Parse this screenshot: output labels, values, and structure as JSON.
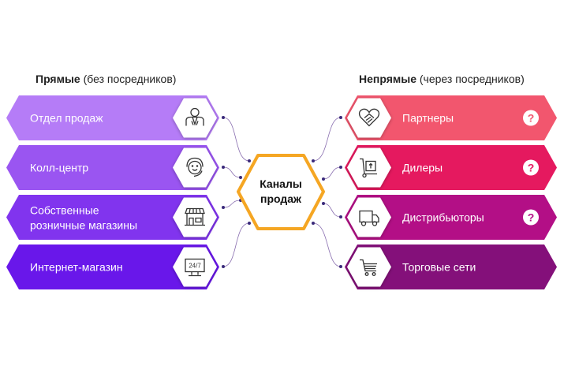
{
  "left_header": {
    "bold": "Прямые",
    "rest": "(без посредников)"
  },
  "right_header": {
    "bold": "Непрямые",
    "rest": "(через посредников)"
  },
  "center": {
    "line1": "Каналы",
    "line2": "продаж",
    "color": "#f5a623"
  },
  "direct": [
    {
      "line1": "Отдел продаж",
      "line2": "",
      "icon": "salesperson-icon",
      "color": "#b57cf7"
    },
    {
      "line1": "Колл-центр",
      "line2": "",
      "icon": "headset-operator-icon",
      "color": "#9a55f1"
    },
    {
      "line1": "Собственные",
      "line2": "розничные магазины",
      "icon": "storefront-icon",
      "color": "#8134ee"
    },
    {
      "line1": "Интернет-магазин",
      "line2": "",
      "icon": "monitor-24-7-icon",
      "color": "#6917ea"
    }
  ],
  "indirect": [
    {
      "label": "Партнеры",
      "icon": "handshake-heart-icon",
      "question": "?",
      "color": "#f2566e"
    },
    {
      "label": "Дилеры",
      "icon": "hand-truck-icon",
      "question": "?",
      "color": "#e5195f"
    },
    {
      "label": "Дистрибьюторы",
      "icon": "delivery-truck-icon",
      "question": "?",
      "color": "#b30f86"
    },
    {
      "label": "Торговые сети",
      "icon": "shopping-cart-icon",
      "question": "",
      "color": "#84107a"
    }
  ]
}
